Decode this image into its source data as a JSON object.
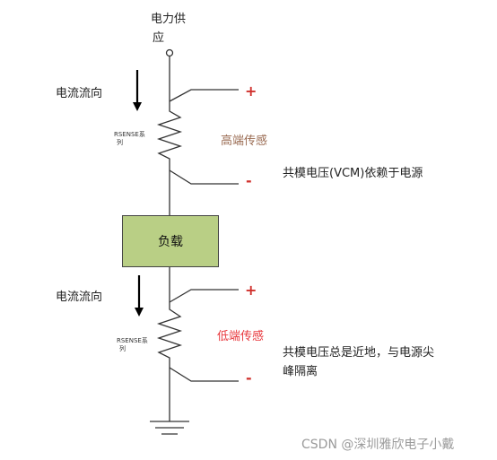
{
  "power_supply": {
    "label_line1": "电力供",
    "label_line2": "应"
  },
  "top_section": {
    "current_flow": "电流流向",
    "rsense_line1": "RSENSE系",
    "rsense_line2": "列",
    "plus": "+",
    "minus": "-",
    "sensing_label": "高端传感",
    "sensing_color": "#9a6b52",
    "note": "共模电压(VCM)依赖于电源"
  },
  "load": {
    "label": "负载",
    "fill": "#b9cf85"
  },
  "bottom_section": {
    "current_flow": "电流流向",
    "rsense_line1": "RSENSE系",
    "rsense_line2": "列",
    "plus": "+",
    "minus": "-",
    "sensing_label": "低端传感",
    "sensing_color": "#e8383d",
    "note_line1": "共模电压总是近地，与电源尖",
    "note_line2": "峰隔离"
  },
  "watermark": "CSDN @深圳雅欣电子小戴"
}
